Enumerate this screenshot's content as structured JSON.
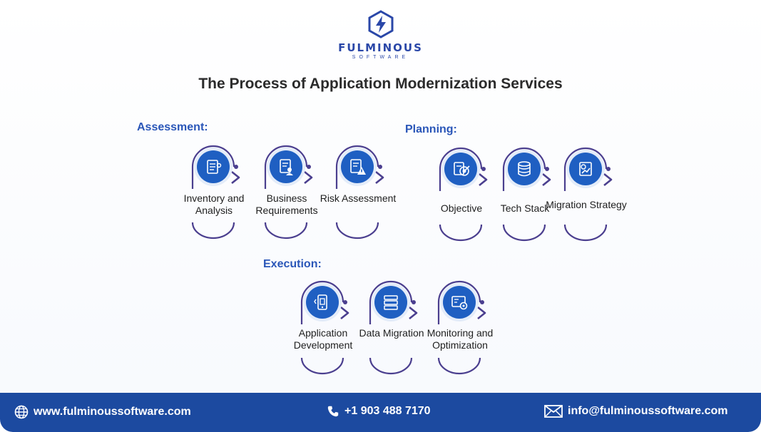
{
  "brand": {
    "name": "FULMINOUS",
    "sub": "SOFTWARE"
  },
  "title": "The Process of Application Modernization Services",
  "sections": [
    {
      "id": "assessment",
      "title": "Assessment:",
      "steps": [
        {
          "label": "Inventory and Analysis",
          "icon": "inventory-icon"
        },
        {
          "label": "Business Requirements",
          "icon": "requirements-icon"
        },
        {
          "label": "Risk Assessment",
          "icon": "risk-icon"
        }
      ]
    },
    {
      "id": "planning",
      "title": "Planning:",
      "steps": [
        {
          "label": "Objective",
          "icon": "target-icon"
        },
        {
          "label": "Tech Stack",
          "icon": "database-icon"
        },
        {
          "label": "Migration Strategy",
          "icon": "strategy-icon"
        }
      ]
    },
    {
      "id": "execution",
      "title": "Execution:",
      "steps": [
        {
          "label": "Application Development",
          "icon": "app-dev-icon"
        },
        {
          "label": "Data Migration",
          "icon": "data-migration-icon"
        },
        {
          "label": "Monitoring and Optimization",
          "icon": "monitoring-icon"
        }
      ]
    }
  ],
  "footer": {
    "website": "www.fulminoussoftware.com",
    "phone": "+1 903 488 7170",
    "email": "info@fulminoussoftware.com",
    "icons": {
      "website": "globe-icon",
      "phone": "phone-icon",
      "email": "mail-icon"
    }
  },
  "colors": {
    "accent": "#1f5fc2",
    "heading": "#2a56b8",
    "arc": "#4b3f8f",
    "footer": "#1c4aa0"
  }
}
